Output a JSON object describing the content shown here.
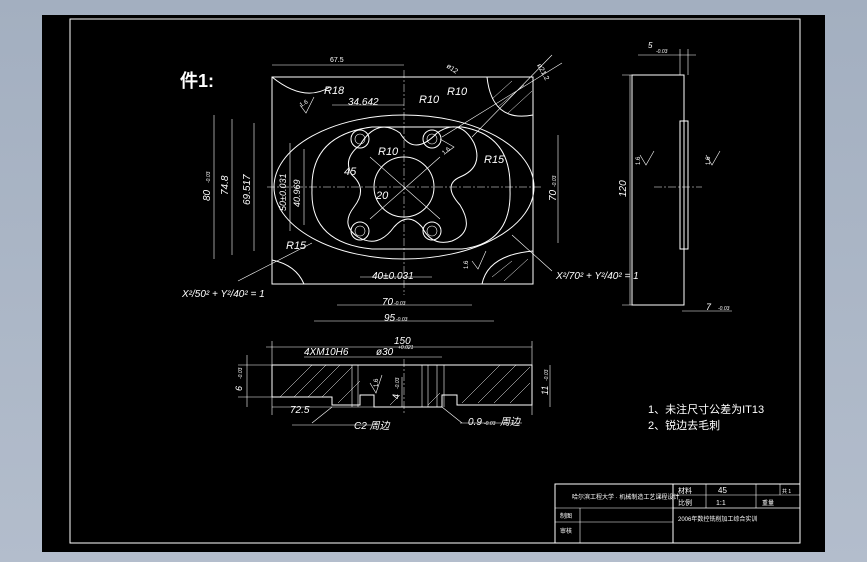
{
  "drawing": {
    "part_label": "件1:",
    "dims_top": {
      "d_67_5": "67.5",
      "r18": "R18",
      "d_34_642": "34.642",
      "r10_a": "R10",
      "r10_b": "R10",
      "r10_c": "R10",
      "r15_a": "R15",
      "r15_b": "R15",
      "d_45": "45",
      "d_20": "20",
      "d_40_031": "40±0.031",
      "d_70": "70",
      "d_70_tol": "-0.03",
      "d_95": "95",
      "d_95_tol": "-0.03",
      "d_150": "150",
      "d_80": "80",
      "d_80_tol": "-0.03",
      "d_74_8": "74.8",
      "d_69_517": "69.517",
      "d_50_031": "50±0.031",
      "d_40_969": "40.969",
      "d_70_right": "70",
      "d_70_right_tol": "-0.03",
      "phi_12": "ø12",
      "phi_21_2": "ø21.2",
      "rough_1_6": "1.6",
      "eq_left": "X²/50² + Y²/40² = 1",
      "eq_right": "X²/70² + Y²/40² = 1"
    },
    "dims_section": {
      "thread": "4XM10H6",
      "bore": "ø30",
      "bore_tol": "+0.021",
      "d_6": "6",
      "d_6_tol": "-0.03",
      "d_4": "4",
      "d_4_tol": "-0.03",
      "d_11": "11",
      "d_11_tol": "-0.03",
      "d_72_5": "72.5",
      "c2": "C2 周边",
      "d_0_9": "0.9",
      "d_0_9_tol": "-0.03",
      "d_0_9_suffix": "周边",
      "rough_1_6": "1.6"
    },
    "dims_side": {
      "d_5": "5",
      "d_5_tol": "-0.03",
      "d_120": "120",
      "d_7": "7",
      "d_7_tol": "-0.03",
      "rough_1_6": "1.6"
    },
    "notes": [
      "1、未注尺寸公差为IT13",
      "2、锐边去毛刺"
    ],
    "title_block": {
      "course": "哈尔滨工程大学 · 机械制造工艺课程设计",
      "material_label": "材料",
      "material": "45",
      "scale_label": "比例",
      "scale": "1:1",
      "sheet": "共 1",
      "weight": "重量",
      "drawn_label": "制图",
      "checked_label": "审核",
      "title": "2006年数控铣削加工综合实训"
    }
  }
}
